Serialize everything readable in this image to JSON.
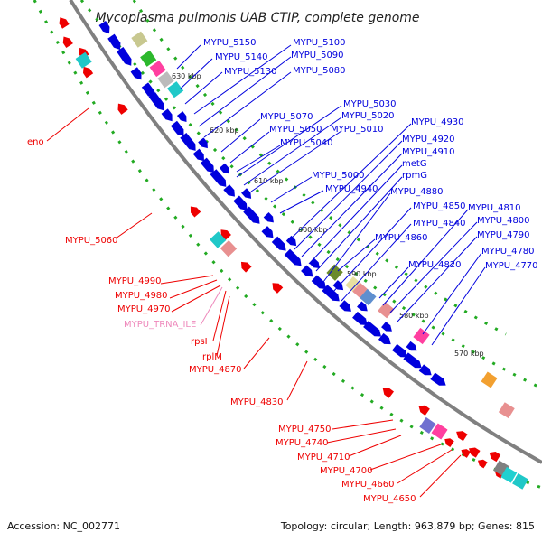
{
  "title": "Mycoplasma pulmonis UAB CTIP, complete genome",
  "footer": {
    "accession": "Accession: NC_002771",
    "summary": "Topology: circular; Length: 963,879 bp; Genes: 815"
  },
  "colors": {
    "forward": "#0000dd",
    "reverse": "#ee0000",
    "trna": "#ee88bb",
    "backbone": "#808080",
    "dot_green": "#22aa22"
  },
  "ticks": [
    "630 kbp",
    "620 kbp",
    "610 kbp",
    "600 kbp",
    "590 kbp",
    "580 kbp",
    "570 kbp"
  ],
  "labels_forward": [
    "MYPU_5150",
    "MYPU_5140",
    "MYPU_5130",
    "MYPU_5100",
    "MYPU_5090",
    "MYPU_5080",
    "MYPU_5030",
    "MYPU_5020",
    "MYPU_5010",
    "MYPU_5070",
    "MYPU_5050",
    "MYPU_5040",
    "MYPU_4930",
    "MYPU_4920",
    "MYPU_4910",
    "metG",
    "rpmG",
    "MYPU_5000",
    "MYPU_4940",
    "MYPU_4880",
    "MYPU_4850",
    "MYPU_4840",
    "MYPU_4860",
    "MYPU_4810",
    "MYPU_4800",
    "MYPU_4790",
    "MYPU_4820",
    "MYPU_4780",
    "MYPU_4770"
  ],
  "labels_reverse": [
    "eno",
    "MYPU_5060",
    "MYPU_4990",
    "MYPU_4980",
    "MYPU_4970",
    "MYPU_TRNA_ILE",
    "rpsI",
    "rplM",
    "MYPU_4870",
    "MYPU_4830",
    "MYPU_4750",
    "MYPU_4740",
    "MYPU_4710",
    "MYPU_4700",
    "MYPU_4660",
    "MYPU_4650"
  ]
}
